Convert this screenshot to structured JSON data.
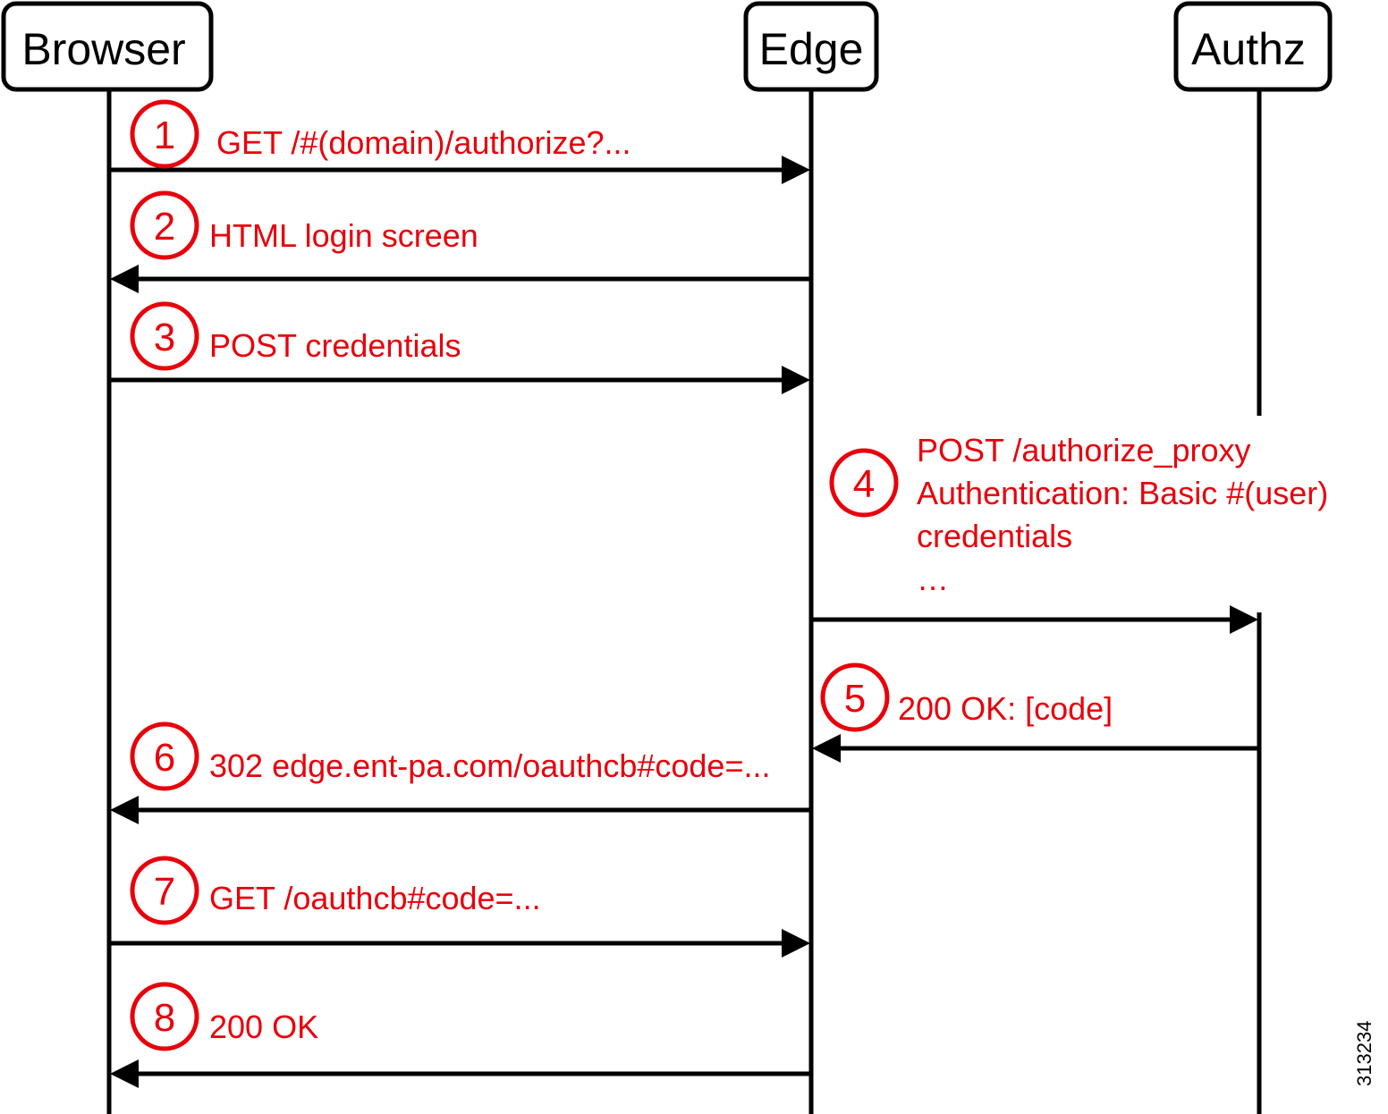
{
  "actors": {
    "browser": "Browser",
    "edge": "Edge",
    "authz": "Authz"
  },
  "messages": [
    {
      "step": "1",
      "from": "browser",
      "to": "edge",
      "lines": [
        "GET /#(domain)/authorize?..."
      ]
    },
    {
      "step": "2",
      "from": "edge",
      "to": "browser",
      "lines": [
        "HTML login screen"
      ]
    },
    {
      "step": "3",
      "from": "browser",
      "to": "edge",
      "lines": [
        "POST credentials"
      ]
    },
    {
      "step": "4",
      "from": "edge",
      "to": "authz",
      "lines": [
        "POST /authorize_proxy",
        "Authentication: Basic #(user)",
        "credentials",
        "…"
      ]
    },
    {
      "step": "5",
      "from": "authz",
      "to": "edge",
      "lines": [
        "200 OK: [code]"
      ]
    },
    {
      "step": "6",
      "from": "edge",
      "to": "browser",
      "lines": [
        "302 edge.ent-pa.com/oauthcb#code=..."
      ]
    },
    {
      "step": "7",
      "from": "browser",
      "to": "edge",
      "lines": [
        "GET /oauthcb#code=..."
      ]
    },
    {
      "step": "8",
      "from": "edge",
      "to": "browser",
      "lines": [
        "200 OK"
      ]
    }
  ],
  "figure_id": "313234",
  "colors": {
    "annotation": "#e8000b",
    "line": "#000000"
  }
}
